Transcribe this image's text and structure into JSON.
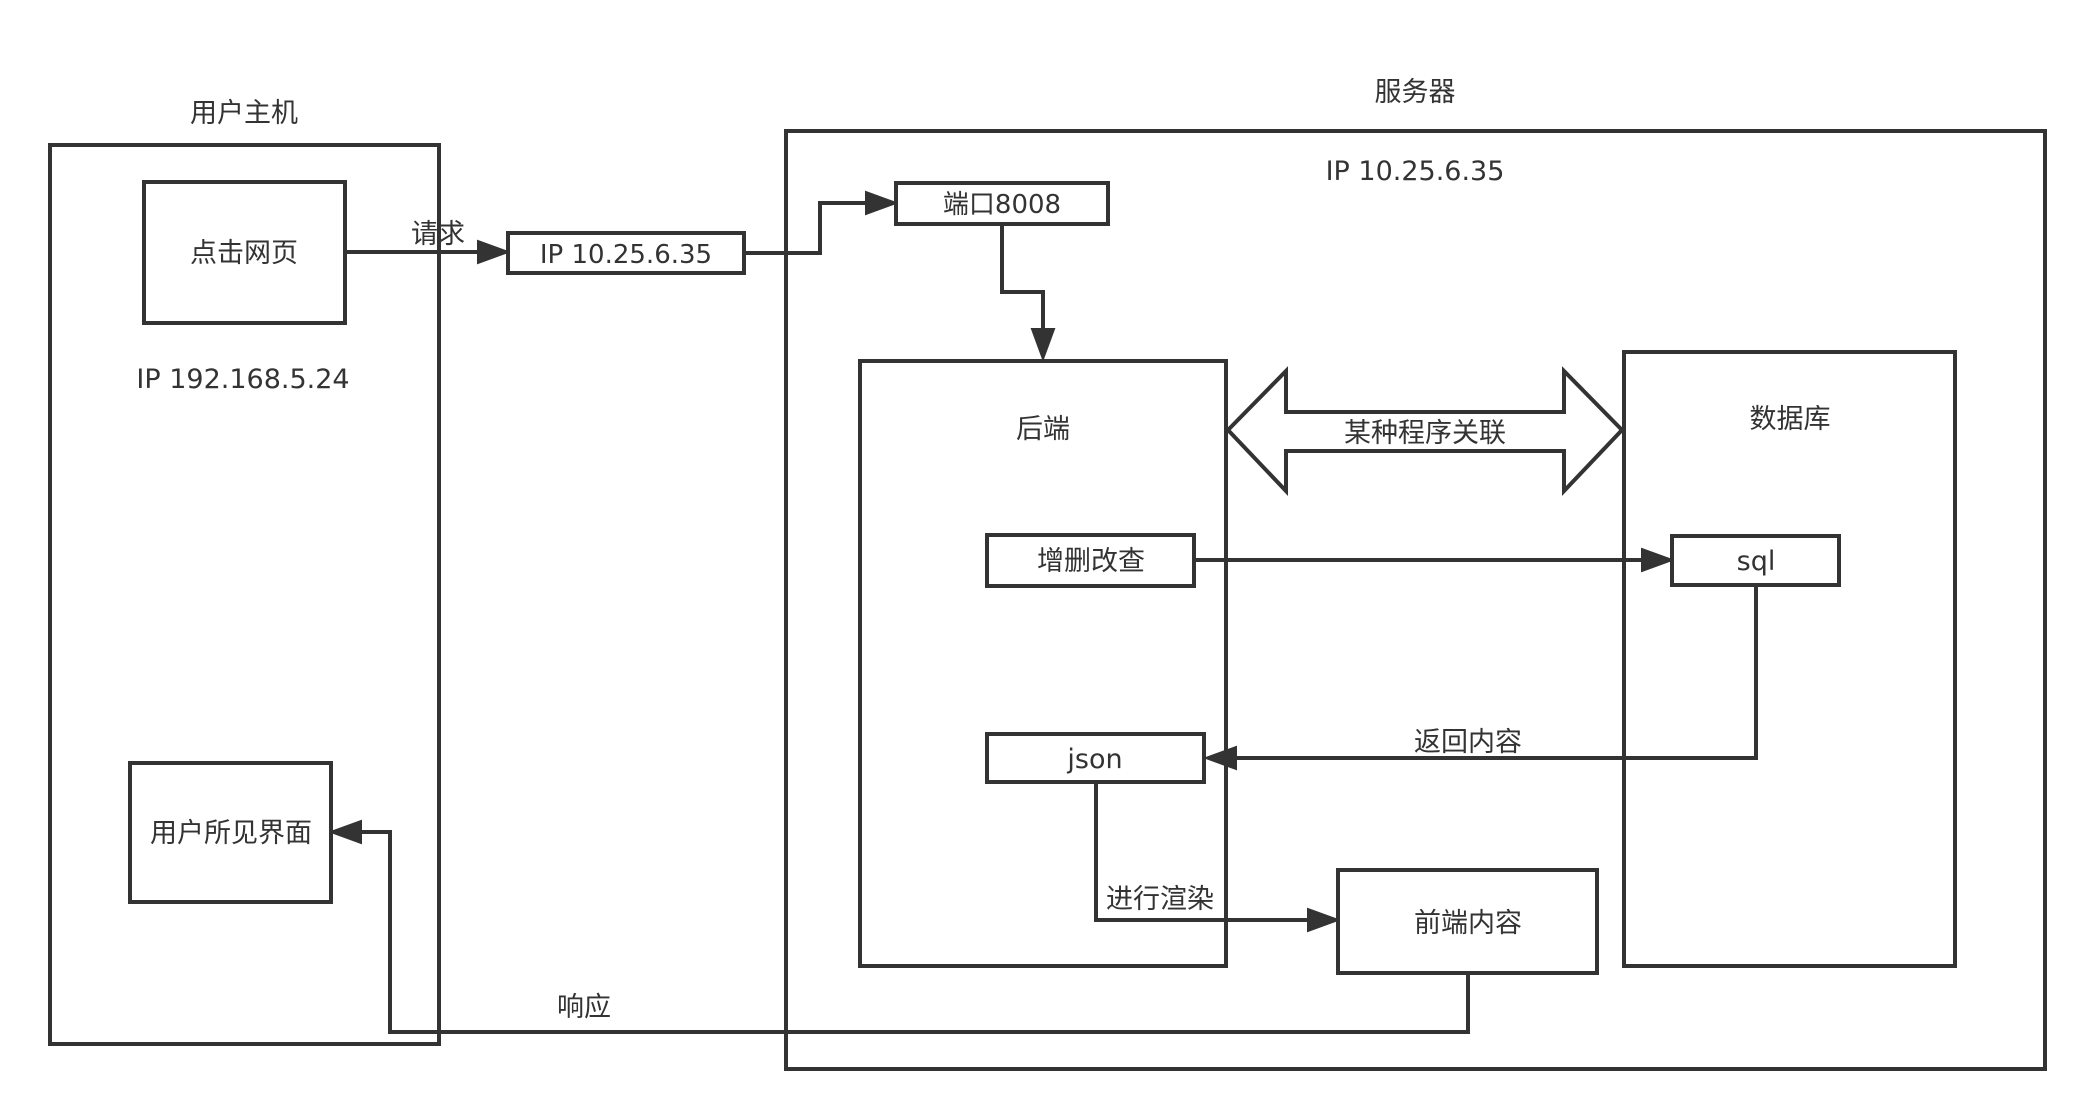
{
  "labels": {
    "user_host": "用户主机",
    "server": "服务器",
    "server_ip": "IP 10.25.6.35",
    "user_ip": "IP 192.168.5.24"
  },
  "nodes": {
    "click_page": "点击网页",
    "target_ip": "IP 10.25.6.35",
    "port": "端口8008",
    "backend": "后端",
    "database": "数据库",
    "crud": "增删改查",
    "sql": "sql",
    "json": "json",
    "frontend_content": "前端内容",
    "user_view": "用户所见界面"
  },
  "edges": {
    "request": "请求",
    "program_link": "某种程序关联",
    "return_content": "返回内容",
    "render": "进行渲染",
    "response": "响应"
  },
  "colors": {
    "stroke": "#333333",
    "text": "#333333",
    "fill": "#ffffff"
  }
}
